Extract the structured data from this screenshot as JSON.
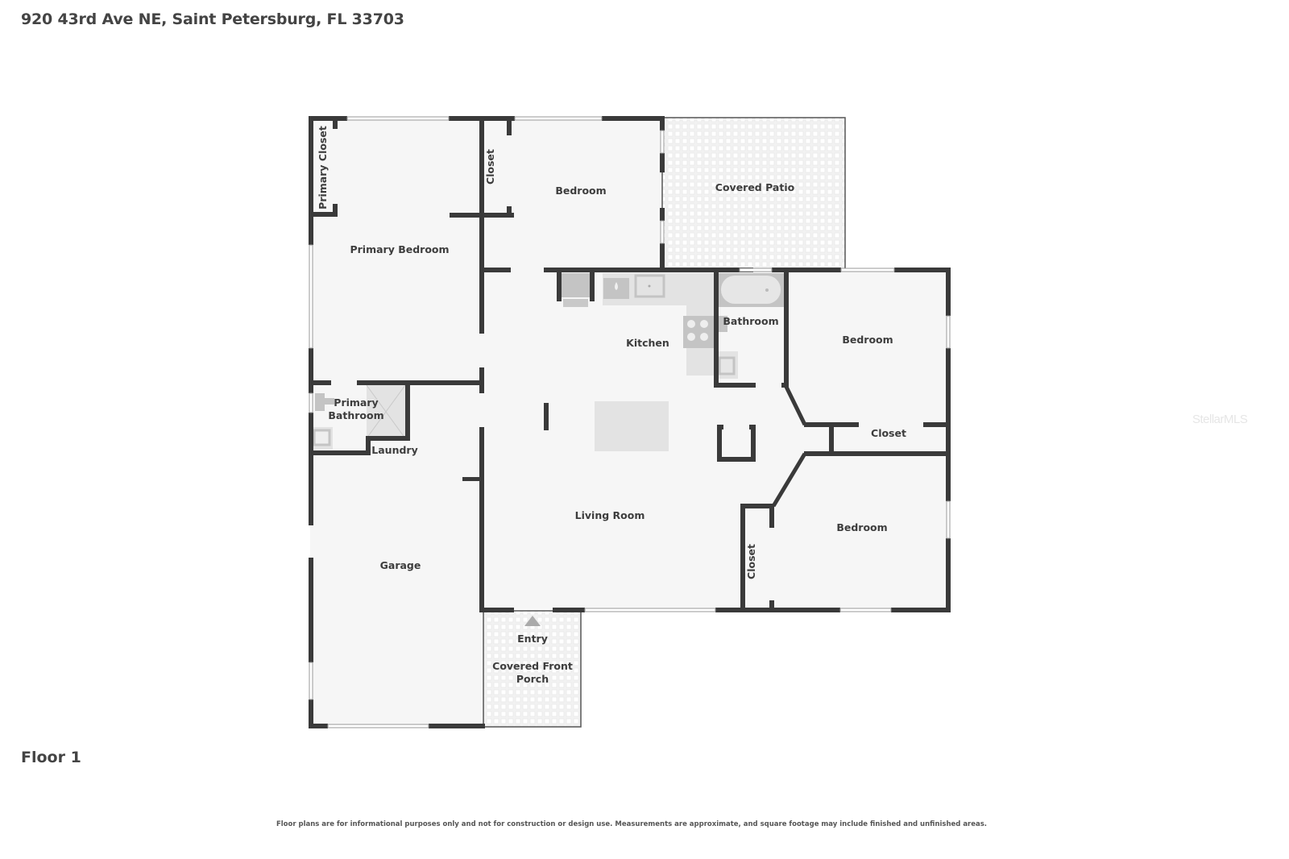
{
  "header": {
    "address": "920 43rd Ave NE, Saint Petersburg, FL 33703"
  },
  "floor": {
    "label": "Floor 1"
  },
  "rooms": [
    {
      "id": "primary-closet",
      "label": "Primary Closet"
    },
    {
      "id": "primary-bedroom",
      "label": "Primary Bedroom"
    },
    {
      "id": "closet-1",
      "label": "Closet"
    },
    {
      "id": "bedroom-1",
      "label": "Bedroom"
    },
    {
      "id": "covered-patio",
      "label": "Covered Patio"
    },
    {
      "id": "kitchen",
      "label": "Kitchen"
    },
    {
      "id": "bathroom",
      "label": "Bathroom"
    },
    {
      "id": "bedroom-2",
      "label": "Bedroom"
    },
    {
      "id": "primary-bathroom",
      "label": "Primary Bathroom"
    },
    {
      "id": "laundry",
      "label": "Laundry"
    },
    {
      "id": "closet-2",
      "label": "Closet"
    },
    {
      "id": "living-room",
      "label": "Living Room"
    },
    {
      "id": "closet-3",
      "label": "Closet"
    },
    {
      "id": "bedroom-3",
      "label": "Bedroom"
    },
    {
      "id": "garage",
      "label": "Garage"
    },
    {
      "id": "entry",
      "label": "Entry"
    },
    {
      "id": "covered-front-porch",
      "label": "Covered Front Porch"
    }
  ],
  "labels": {
    "primary_bathroom_line1": "Primary",
    "primary_bathroom_line2": "Bathroom",
    "porch_line1": "Covered Front",
    "porch_line2": "Porch"
  },
  "footer": {
    "disclaimer": "Floor plans are for informational purposes only and not for construction or design use. Measurements are approximate, and square footage may include finished and unfinished areas.",
    "watermark": "StellarMLS"
  },
  "colors": {
    "wall": "#3a3a3a",
    "floor": "#f6f6f6",
    "fixture": "#c4c4c4",
    "fixture_light": "#e3e3e3",
    "text": "#3d3d3d"
  }
}
